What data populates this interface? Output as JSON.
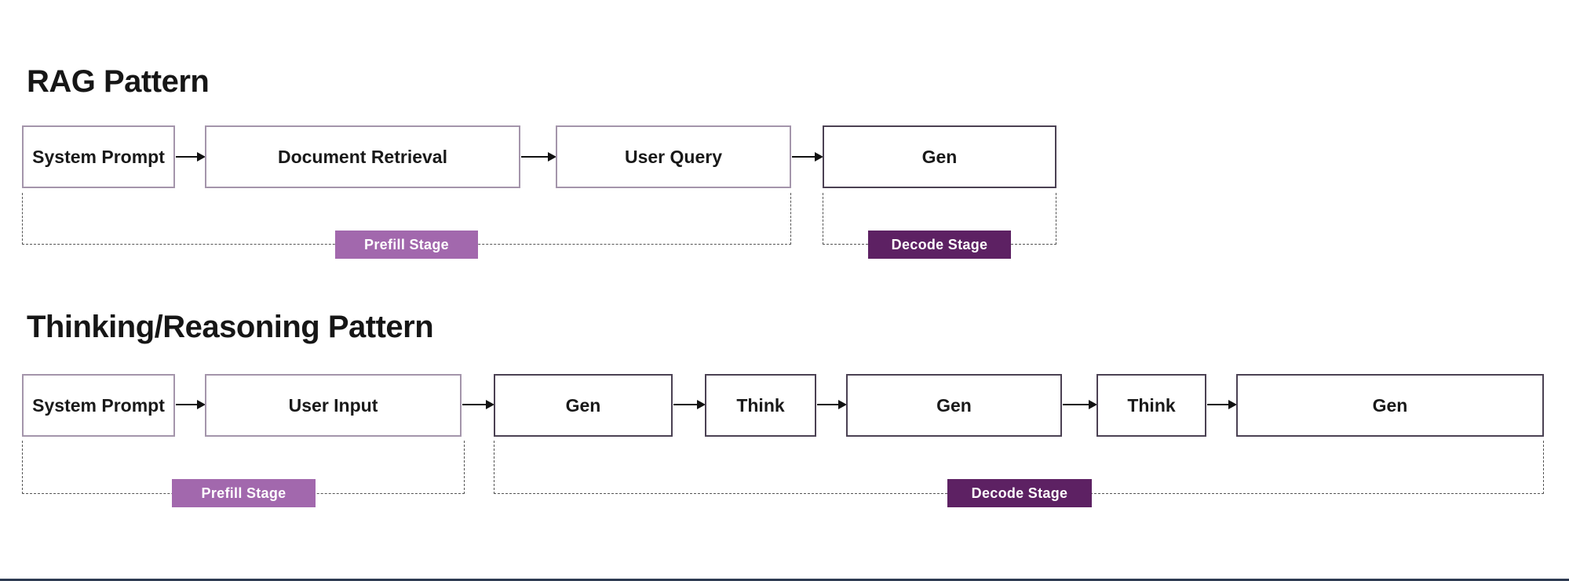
{
  "sections": [
    {
      "title": "RAG Pattern",
      "boxes": [
        {
          "label": "System Prompt"
        },
        {
          "label": "Document Retrieval"
        },
        {
          "label": "User Query"
        },
        {
          "label": "Gen"
        }
      ],
      "stages": [
        {
          "label": "Prefill Stage"
        },
        {
          "label": "Decode Stage"
        }
      ]
    },
    {
      "title": "Thinking/Reasoning Pattern",
      "boxes": [
        {
          "label": "System Prompt"
        },
        {
          "label": "User Input"
        },
        {
          "label": "Gen"
        },
        {
          "label": "Think"
        },
        {
          "label": "Gen"
        },
        {
          "label": "Think"
        },
        {
          "label": "Gen"
        }
      ],
      "stages": [
        {
          "label": "Prefill Stage"
        },
        {
          "label": "Decode Stage"
        }
      ]
    }
  ],
  "colors": {
    "prefill_badge": "#a268ad",
    "decode_badge": "#5d2163",
    "light_node_border": "#a495ab",
    "dark_node_border": "#4b4153",
    "dashed_line": "#555555",
    "bottom_rule": "#2e3b52",
    "text": "#191919"
  }
}
